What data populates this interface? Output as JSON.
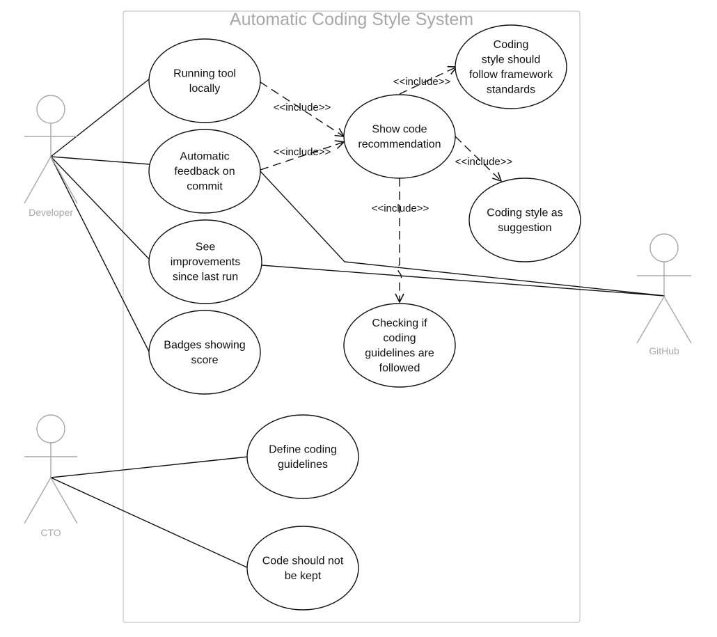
{
  "system": {
    "title": "Automatic Coding Style System"
  },
  "actors": {
    "developer": {
      "label": "Developer"
    },
    "cto": {
      "label": "CTO"
    },
    "github": {
      "label": "GitHub"
    }
  },
  "use_cases": {
    "running_tool": {
      "lines": [
        "Running tool",
        "locally"
      ]
    },
    "auto_feedback": {
      "lines": [
        "Automatic",
        "feedback on",
        "commit"
      ]
    },
    "see_improvements": {
      "lines": [
        "See",
        "improvements",
        "since last run"
      ]
    },
    "badges": {
      "lines": [
        "Badges showing",
        "score"
      ]
    },
    "show_code_rec": {
      "lines": [
        "Show code",
        "recommendation"
      ]
    },
    "framework_standards": {
      "lines": [
        "Coding",
        "style should",
        "follow framework",
        "standards"
      ]
    },
    "style_suggestion": {
      "lines": [
        "Coding style as",
        "suggestion"
      ]
    },
    "checking_guidelines": {
      "lines": [
        "Checking if",
        "coding",
        "guidelines are",
        "followed"
      ]
    },
    "define_guidelines": {
      "lines": [
        "Define coding",
        "guidelines"
      ]
    },
    "code_not_kept": {
      "lines": [
        "Code should not",
        "be kept"
      ]
    }
  },
  "relations": {
    "include_label": "<<include>>"
  },
  "colors": {
    "actor_gray": "#a8a8a8",
    "line": "#111111",
    "boundary": "#c8c8c8"
  }
}
